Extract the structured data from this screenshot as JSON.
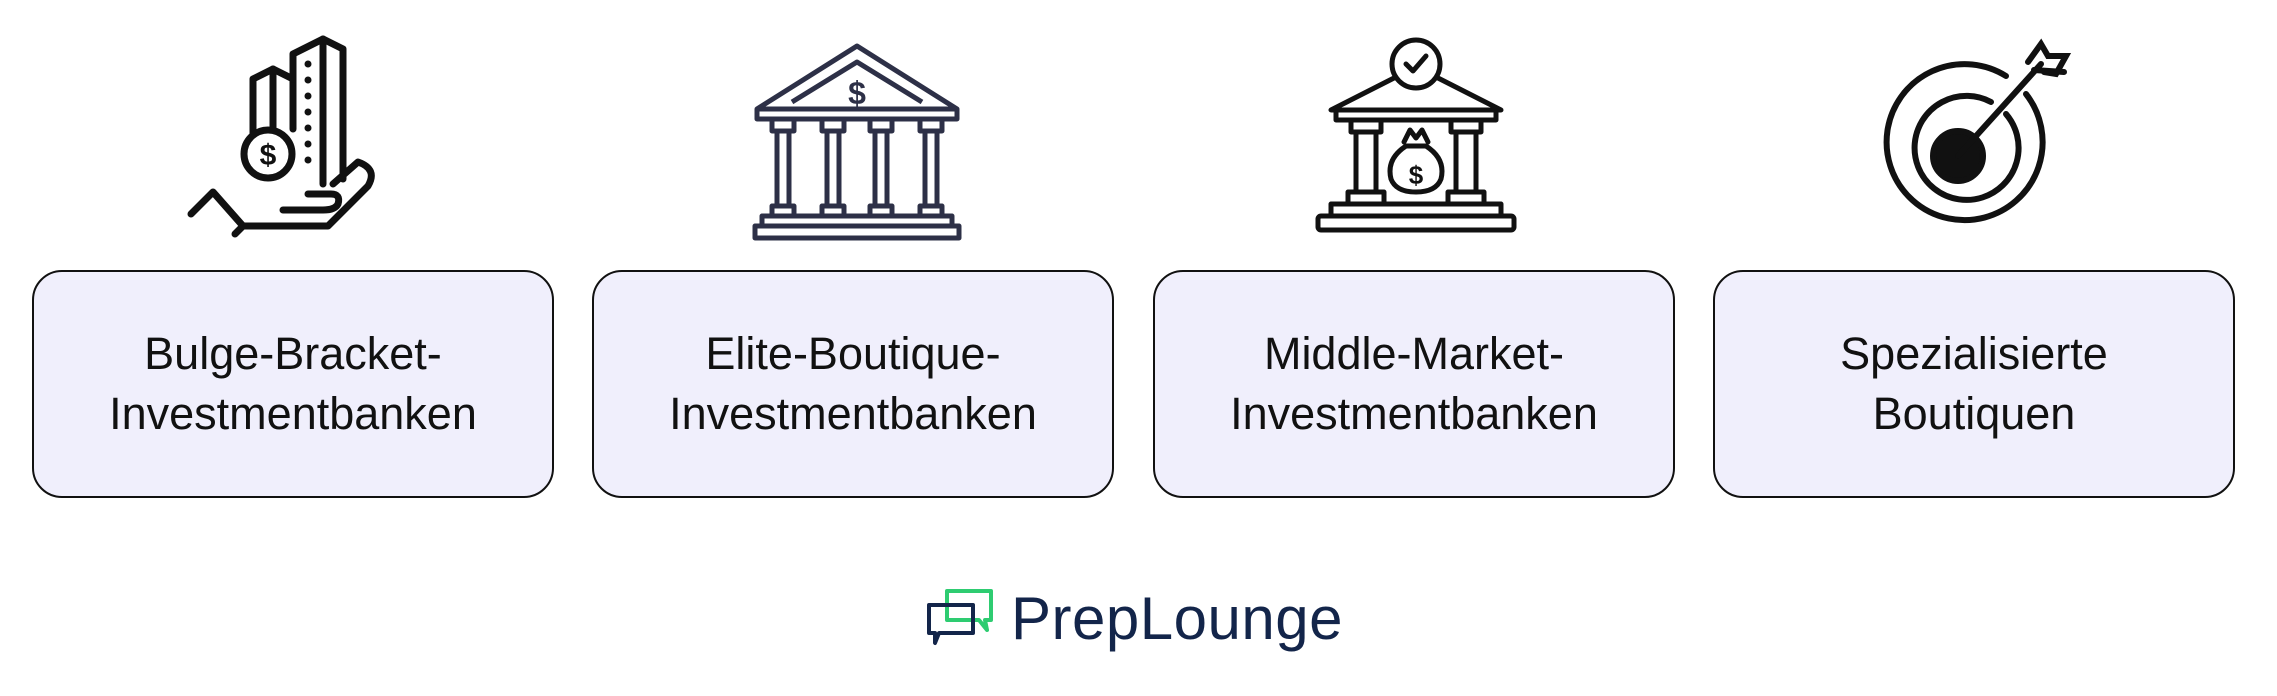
{
  "categories": [
    {
      "line1": "Bulge-Bracket-",
      "line2": "Investmentbanken",
      "icon": "building-hand-dollar-icon"
    },
    {
      "line1": "Elite-Boutique-",
      "line2": "Investmentbanken",
      "icon": "bank-dollar-icon"
    },
    {
      "line1": "Middle-Market-",
      "line2": "Investmentbanken",
      "icon": "bank-moneybag-icon"
    },
    {
      "line1": "Spezialisierte",
      "line2": "Boutiquen",
      "icon": "target-arrow-icon"
    }
  ],
  "logo": {
    "text": "PrepLounge",
    "green": "#2ecc71",
    "navy": "#13254a"
  }
}
